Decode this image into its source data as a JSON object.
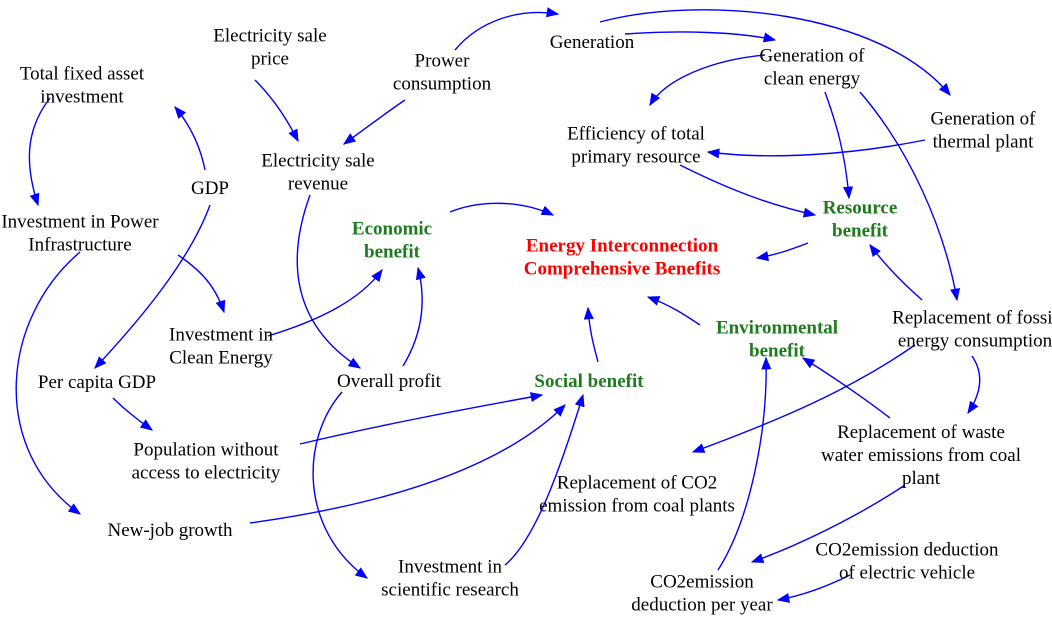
{
  "colors": {
    "arrow": "#0000ff",
    "text": "#000000",
    "category_text": "#1e7b1e",
    "central_text": "#ff0000"
  },
  "nodes": {
    "total_fixed_asset_investment": [
      "Total fixed asset",
      "investment"
    ],
    "electricity_sale_price": [
      "Electricity sale",
      "price"
    ],
    "prower_consumption": [
      "Prower",
      "consumption"
    ],
    "generation": [
      "Generation"
    ],
    "generation_of_clean_energy": [
      "Generation of",
      "clean energy"
    ],
    "generation_of_thermal_plant": [
      "Generation of",
      "thermal plant"
    ],
    "efficiency_of_total_primary_resource": [
      "Efficiency of total",
      "primary resource"
    ],
    "gdp": [
      "GDP"
    ],
    "electricity_sale_revenue": [
      "Electricity sale",
      "revenue"
    ],
    "investment_in_power_infrastructure": [
      "Investment in Power",
      "Infrastructure"
    ],
    "economic_benefit": [
      "Economic",
      "benefit"
    ],
    "energy_interconnection_comprehensive_benefits": [
      "Energy Interconnection",
      "Comprehensive Benefits"
    ],
    "resource_benefit": [
      "Resource",
      "benefit"
    ],
    "investment_in_clean_energy": [
      "Investment in",
      "Clean Energy"
    ],
    "environmental_benefit": [
      "Environmental",
      "benefit"
    ],
    "replacement_of_fossil_energy_consumption": [
      "Replacement of fossil",
      "energy consumption"
    ],
    "per_capita_gdp": [
      "Per capita GDP"
    ],
    "overall_profit": [
      "Overall profit"
    ],
    "social_benefit": [
      "Social benefit"
    ],
    "population_without_access_to_electricity": [
      "Population without",
      "access to electricity"
    ],
    "replacement_of_waste_water_emissions": [
      "Replacement of waste",
      "water emissions from coal",
      "plant"
    ],
    "replacement_of_co2_emission": [
      "Replacement of CO2",
      "emission from coal plants"
    ],
    "new_job_growth": [
      "New-job growth"
    ],
    "co2emission_deduction_of_electric_vehicle": [
      "CO2emission deduction",
      "of electric vehicle"
    ],
    "investment_in_scientific_research": [
      "Investment in",
      "scientific research"
    ],
    "co2emission_deduction_per_year": [
      "CO2emission",
      "deduction per year"
    ]
  },
  "links": [
    [
      "prower_consumption",
      "generation"
    ],
    [
      "generation",
      "generation_of_clean_energy"
    ],
    [
      "generation",
      "generation_of_thermal_plant"
    ],
    [
      "generation_of_clean_energy",
      "efficiency_of_total_primary_resource"
    ],
    [
      "generation_of_thermal_plant",
      "efficiency_of_total_primary_resource"
    ],
    [
      "generation_of_clean_energy",
      "resource_benefit"
    ],
    [
      "generation_of_clean_energy",
      "replacement_of_fossil_energy_consumption"
    ],
    [
      "efficiency_of_total_primary_resource",
      "resource_benefit"
    ],
    [
      "resource_benefit",
      "energy_interconnection_comprehensive_benefits"
    ],
    [
      "replacement_of_fossil_energy_consumption",
      "resource_benefit"
    ],
    [
      "replacement_of_fossil_energy_consumption",
      "replacement_of_co2_emission"
    ],
    [
      "replacement_of_fossil_energy_consumption",
      "replacement_of_waste_water_emissions"
    ],
    [
      "replacement_of_waste_water_emissions",
      "environmental_benefit"
    ],
    [
      "replacement_of_waste_water_emissions",
      "co2emission_deduction_per_year"
    ],
    [
      "co2emission_deduction_of_electric_vehicle",
      "co2emission_deduction_per_year"
    ],
    [
      "co2emission_deduction_per_year",
      "environmental_benefit"
    ],
    [
      "environmental_benefit",
      "energy_interconnection_comprehensive_benefits"
    ],
    [
      "electricity_sale_price",
      "electricity_sale_revenue"
    ],
    [
      "prower_consumption",
      "electricity_sale_revenue"
    ],
    [
      "electricity_sale_revenue",
      "overall_profit"
    ],
    [
      "overall_profit",
      "economic_benefit"
    ],
    [
      "overall_profit",
      "investment_in_scientific_research"
    ],
    [
      "investment_in_clean_energy",
      "economic_benefit"
    ],
    [
      "economic_benefit",
      "energy_interconnection_comprehensive_benefits"
    ],
    [
      "total_fixed_asset_investment",
      "investment_in_power_infrastructure"
    ],
    [
      "gdp",
      "total_fixed_asset_investment"
    ],
    [
      "gdp",
      "per_capita_gdp"
    ],
    [
      "investment_in_power_infrastructure",
      "investment_in_clean_energy"
    ],
    [
      "investment_in_power_infrastructure",
      "new_job_growth"
    ],
    [
      "per_capita_gdp",
      "population_without_access_to_electricity"
    ],
    [
      "population_without_access_to_electricity",
      "social_benefit"
    ],
    [
      "new_job_growth",
      "social_benefit"
    ],
    [
      "investment_in_scientific_research",
      "social_benefit"
    ],
    [
      "social_benefit",
      "energy_interconnection_comprehensive_benefits"
    ]
  ]
}
